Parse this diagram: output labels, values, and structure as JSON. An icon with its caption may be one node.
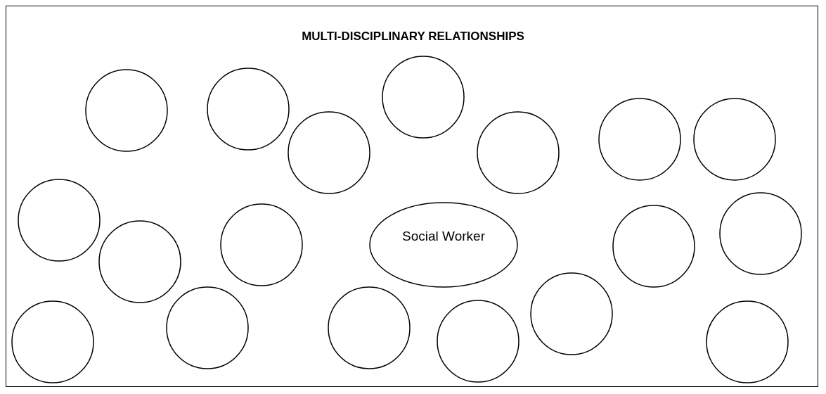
{
  "diagram": {
    "title": "MULTI-DISCIPLINARY RELATIONSHIPS",
    "nodes": [
      {
        "text": [],
        "shape": "circle"
      },
      {
        "text": [],
        "shape": "circle"
      },
      {
        "text": [],
        "shape": "circle"
      },
      {
        "text": [],
        "shape": "circle"
      },
      {
        "text": [],
        "shape": "circle"
      },
      {
        "text": [],
        "shape": "circle"
      },
      {
        "text": [],
        "shape": "circle"
      },
      {
        "text": [],
        "shape": "circle"
      },
      {
        "text": [],
        "shape": "circle"
      },
      {
        "text": [],
        "shape": "circle"
      },
      {
        "text": [
          "Social Worker"
        ]
      },
      {
        "text": [],
        "shape": "circle"
      },
      {
        "text": [],
        "shape": "circle"
      },
      {
        "text": [],
        "shape": "circle"
      },
      {
        "text": [],
        "shape": "circle"
      },
      {
        "text": [],
        "shape": "circle"
      },
      {
        "text": [],
        "shape": "circle"
      },
      {
        "text": [],
        "shape": "circle"
      },
      {
        "text": [],
        "shape": "circle"
      }
    ]
  }
}
